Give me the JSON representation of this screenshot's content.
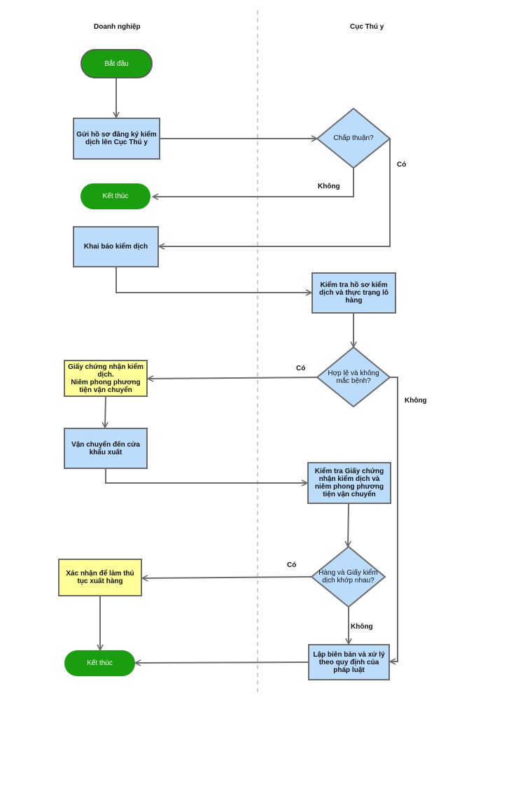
{
  "colors": {
    "process_fill": "#bcdcfb",
    "note_fill": "#ffff99",
    "terminal_fill": "#1a9e0f",
    "line": "#6b6b6b",
    "lane_divider": "#bdbdbd"
  },
  "lanes": {
    "left": "Doanh nghiệp",
    "right": "Cục Thú y"
  },
  "nodes": {
    "start": "Bắt đầu",
    "submit": "Gửi hồ sơ đăng ký kiểm\ndịch lên Cục Thú y",
    "approve": "Chấp thuận?",
    "end1": "Kết thúc",
    "declare": "Khai báo kiểm dịch",
    "check_docs": "Kiểm tra hồ sơ kiểm\ndịch và thực trạng lô\nhàng",
    "valid": "Hợp lệ và không\nmắc bệnh?",
    "certificate": "Giấy chứng nhận kiểm\ndịch.\nNiêm phong phương\ntiện vận chuyển",
    "transport": "Vận chuyển đến cửa\nkhẩu xuất",
    "check_cert": "Kiểm tra Giấy chứng\nnhận kiểm dịch và\nniêm phong phương\ntiện vận chuyển",
    "match": "Hàng và Giấy kiểm\ndịch khớp nhau?",
    "confirm": "Xác nhận để làm thủ\ntục xuất hàng",
    "record": "Lập biên bản và xử lý\ntheo quy định của\npháp luật",
    "end2": "Kết thúc"
  },
  "edge_labels": {
    "approve_yes": "Có",
    "approve_no": "Không",
    "valid_yes": "Có",
    "valid_no": "Không",
    "match_yes": "Có",
    "match_no": "Không"
  }
}
